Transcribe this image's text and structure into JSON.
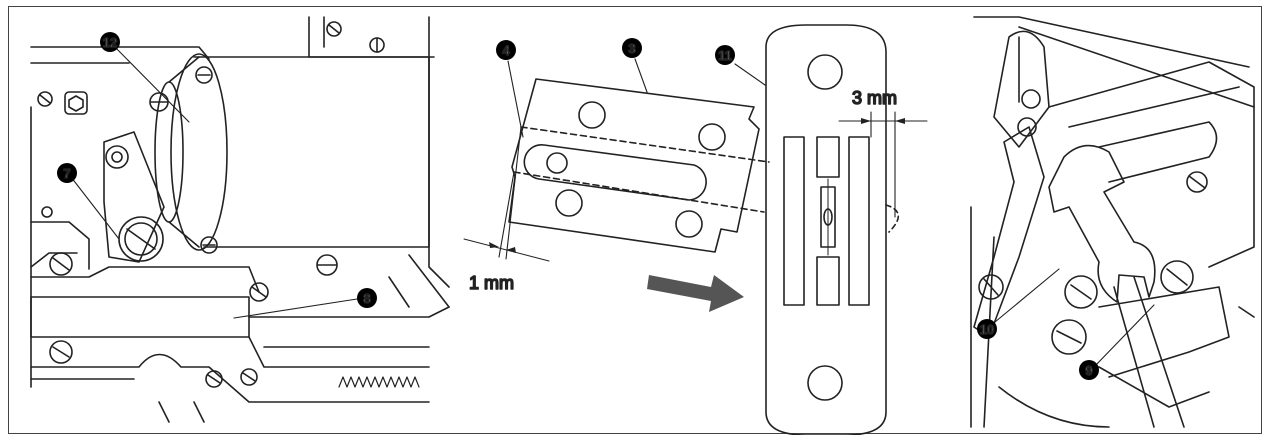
{
  "callouts": {
    "c4": "4",
    "c3": "3",
    "c11": "11",
    "c12": "12",
    "c7": "7",
    "c8": "8",
    "c10": "10",
    "c9": "9"
  },
  "dimensions": {
    "feed_dog_gap": "1 mm",
    "slot_gap": "3 mm"
  },
  "colors": {
    "line": "#222222",
    "badge": "#000000",
    "arrow": "#555555"
  }
}
